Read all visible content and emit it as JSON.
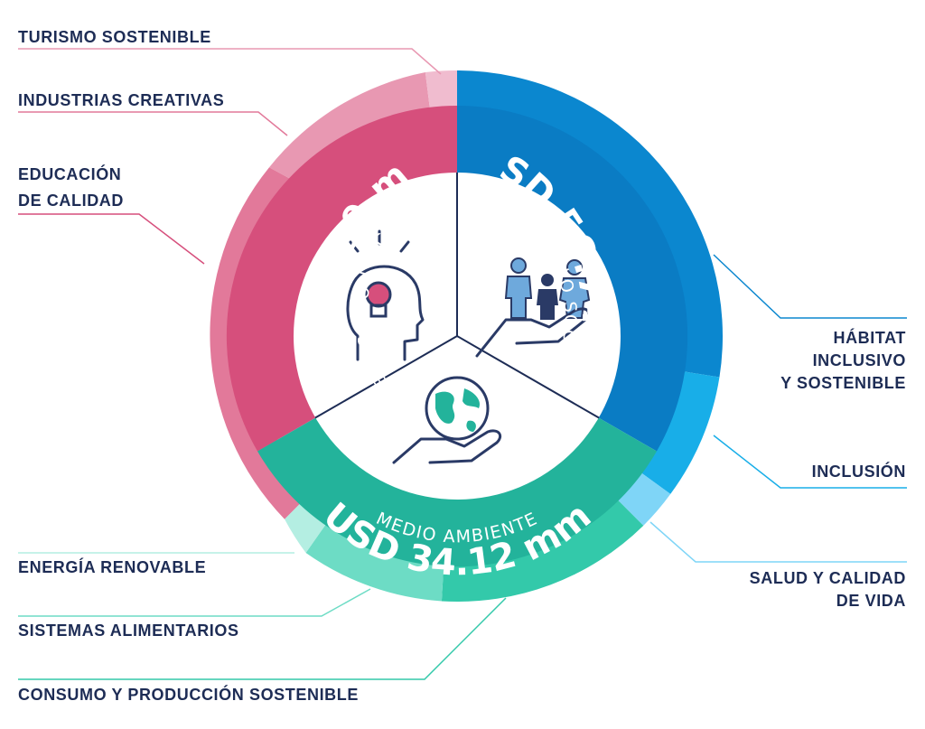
{
  "segments": {
    "educacion": {
      "title": "EDUCACIÓN Y CULTURA",
      "amount": "USD 55.69 mm",
      "color": "#d64f7c",
      "sub_labels": [
        "TURISMO SOSTENIBLE",
        "INDUSTRIAS CREATIVAS",
        "EDUCACIÓN",
        "DE CALIDAD"
      ]
    },
    "social": {
      "title": "DESARROLLO SOCIAL",
      "amount": "USD 56.74 mm",
      "color": "#0a7cc4",
      "sub_labels": [
        "HÁBITAT",
        "INCLUSIVO",
        "Y SOSTENIBLE",
        "INCLUSIÓN",
        "SALUD Y CALIDAD",
        "DE VIDA"
      ]
    },
    "ambiente": {
      "title": "MEDIO AMBIENTE",
      "amount": "USD 34.12 mm",
      "color": "#23b39b",
      "sub_labels": [
        "ENERGÍA RENOVABLE",
        "SISTEMAS ALIMENTARIOS",
        "CONSUMO Y PRODUCCIÓN SOSTENIBLE"
      ]
    }
  },
  "icons": [
    "idea-head-icon",
    "people-in-hand-icon",
    "globe-in-hand-icon"
  ]
}
